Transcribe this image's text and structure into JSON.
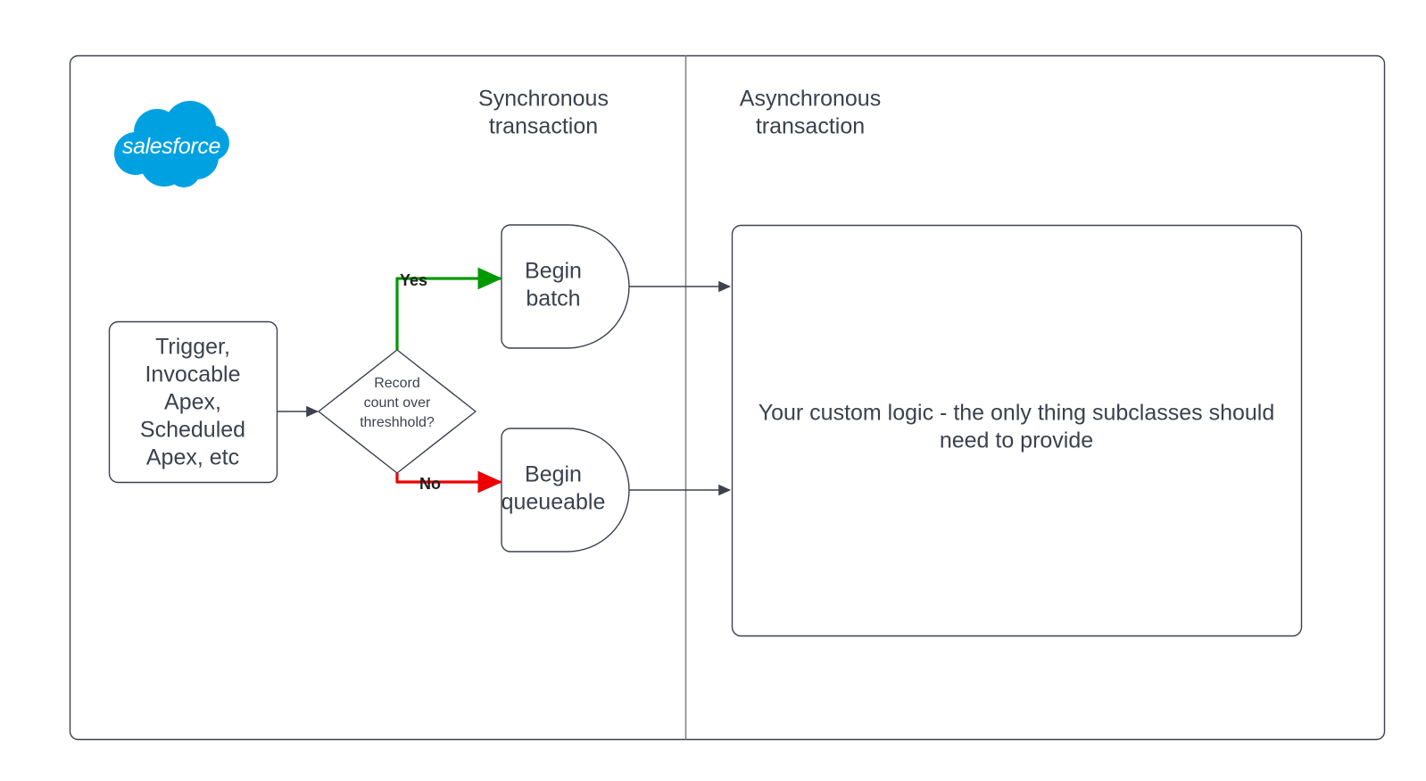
{
  "diagram": {
    "title": "Salesforce synchronous / asynchronous transaction flow",
    "colors": {
      "stroke": "#3b414d",
      "text": "#3b414d",
      "yes_branch": "#009900",
      "no_branch": "#ee0000",
      "salesforce_blue": "#00a1e0",
      "background": "#ffffff",
      "divider": "#7f838c"
    },
    "lanes": [
      {
        "id": "sync",
        "label": "Synchronous\ntransaction",
        "line1": "Synchronous",
        "line2": "transaction"
      },
      {
        "id": "async",
        "label": "Asynchronous\ntransaction",
        "line1": "Asynchronous",
        "line2": "transaction"
      }
    ],
    "logo": {
      "name": "salesforce-logo",
      "wordmark": "salesforce"
    },
    "nodes": [
      {
        "id": "trigger",
        "shape": "rounded-rect",
        "lane": "sync",
        "lines": [
          "Trigger,",
          "Invocable",
          "Apex,",
          "Scheduled",
          "Apex, etc"
        ]
      },
      {
        "id": "decision",
        "shape": "diamond",
        "lane": "sync",
        "lines": [
          "Record",
          "count over",
          "threshhold?"
        ]
      },
      {
        "id": "begin-batch",
        "shape": "d-shape",
        "lane": "sync",
        "lines": [
          "Begin",
          "batch"
        ]
      },
      {
        "id": "begin-queueable",
        "shape": "d-shape",
        "lane": "sync",
        "lines": [
          "Begin",
          "queueable"
        ]
      },
      {
        "id": "custom-logic",
        "shape": "rounded-rect",
        "lane": "async",
        "lines": [
          "Your custom logic - the only thing subclasses should",
          "need to provide"
        ]
      }
    ],
    "edges": [
      {
        "id": "trigger-to-decision",
        "from": "trigger",
        "to": "decision",
        "label": "",
        "color": "#3b414d"
      },
      {
        "id": "decision-yes",
        "from": "decision",
        "to": "begin-batch",
        "label": "Yes",
        "color": "#009900"
      },
      {
        "id": "decision-no",
        "from": "decision",
        "to": "begin-queueable",
        "label": "No",
        "color": "#ee0000"
      },
      {
        "id": "batch-to-custom",
        "from": "begin-batch",
        "to": "custom-logic",
        "label": "",
        "color": "#3b414d"
      },
      {
        "id": "queueable-to-custom",
        "from": "begin-queueable",
        "to": "custom-logic",
        "label": "",
        "color": "#3b414d"
      }
    ]
  }
}
